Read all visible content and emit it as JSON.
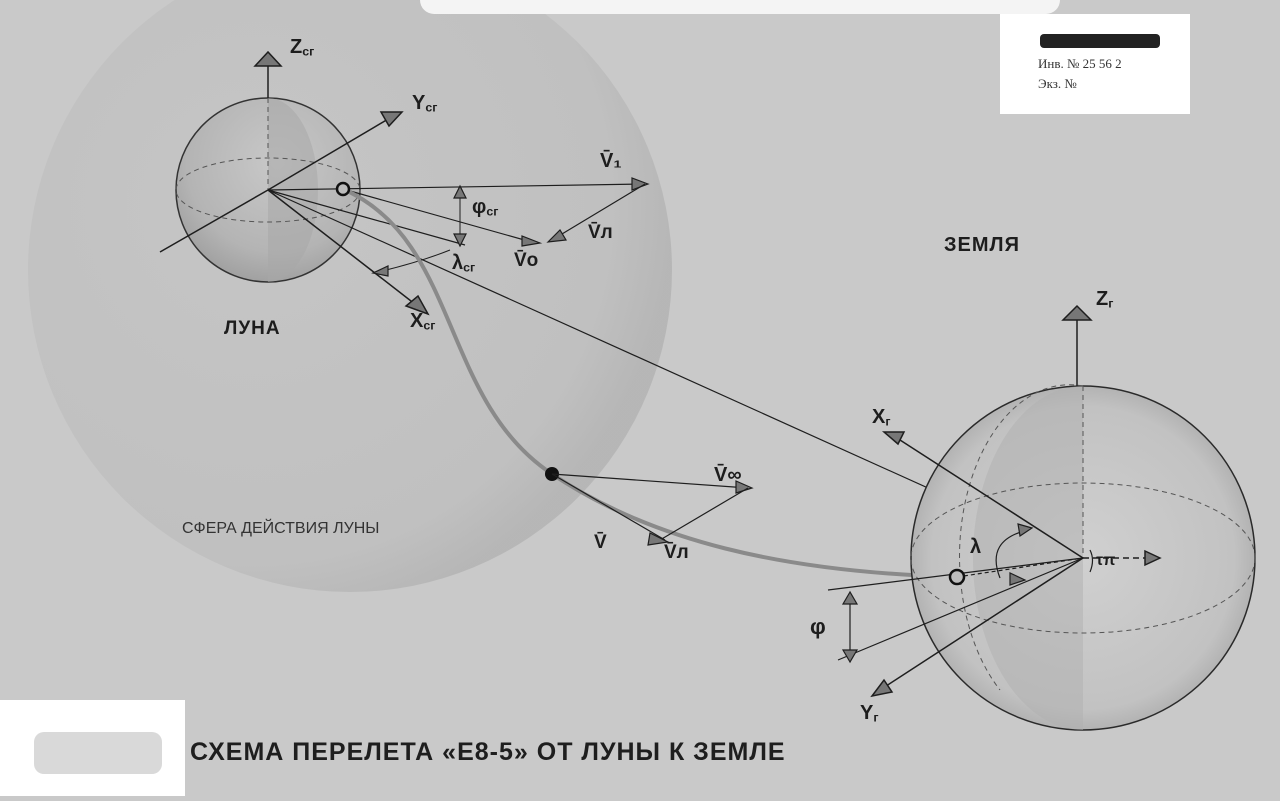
{
  "stamp": {
    "inv_label": "Инв. № 25 56 2",
    "copy_label": "Экз. №"
  },
  "title": "СХЕМА ПЕРЕЛЕТА «Е8-5» ОТ ЛУНЫ К ЗЕМЛЕ",
  "moon": {
    "name": "ЛУНА",
    "sphere_label": "СФЕРА ДЕЙСТВИЯ ЛУНЫ",
    "axes": {
      "z": "Z",
      "y": "Y",
      "x": "X",
      "sub": "сг"
    },
    "phi": "φ",
    "lambda": "λ",
    "v1": "V̄₁",
    "v0": "V̄о",
    "vl": "V̄л"
  },
  "earth": {
    "name": "ЗЕМЛЯ",
    "axes": {
      "z": "Z",
      "x": "X",
      "y": "Y",
      "sub": "г"
    },
    "lambda": "λ",
    "phi": "φ",
    "tau": "τπ"
  },
  "midpoint": {
    "vinf": "V̄∞",
    "v": "V̄",
    "vl": "V̄л"
  },
  "colors": {
    "background": "#c9c9c9",
    "line": "#1e1e1e",
    "trajectory": "#8a8a8a"
  }
}
